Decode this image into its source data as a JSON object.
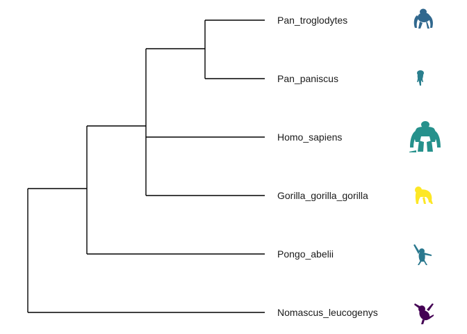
{
  "tree": {
    "newick": "(((((Pan_troglodytes,Pan_paniscus),Homo_sapiens,Gorilla_gorilla_gorilla)),Pongo_abelii),Nomascus_leucogenys);",
    "tips": [
      {
        "label": "Pan_troglodytes",
        "silhouette": "chimpanzee-silhouette-icon",
        "color": "#31688E"
      },
      {
        "label": "Pan_paniscus",
        "silhouette": "bonobo-silhouette-icon",
        "color": "#2A7F8E"
      },
      {
        "label": "Homo_sapiens",
        "silhouette": "human-silhouette-icon",
        "color": "#26918C"
      },
      {
        "label": "Gorilla_gorilla_gorilla",
        "silhouette": "gorilla-silhouette-icon",
        "color": "#FDE725"
      },
      {
        "label": "Pongo_abelii",
        "silhouette": "orangutan-silhouette-icon",
        "color": "#2A788E"
      },
      {
        "label": "Nomascus_leucogenys",
        "silhouette": "gibbon-silhouette-icon",
        "color": "#440154"
      }
    ]
  }
}
